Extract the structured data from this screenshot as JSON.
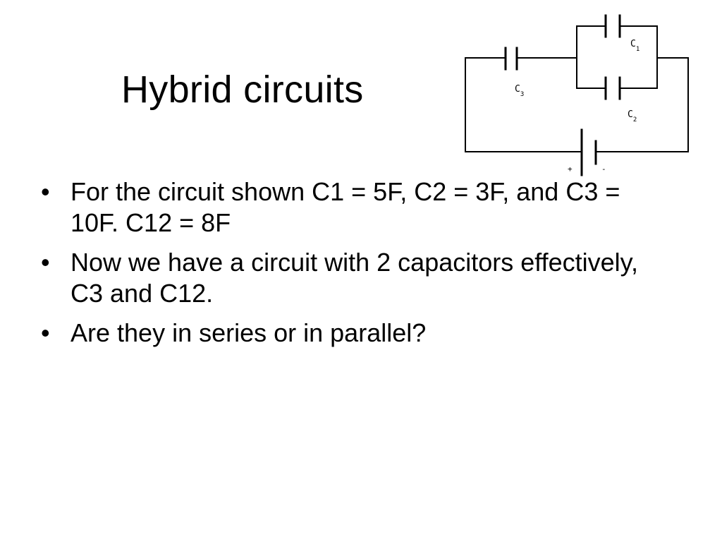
{
  "slide": {
    "title": "Hybrid circuits",
    "bullets": [
      "For the circuit shown C1 = 5F, C2 = 3F, and C3 = 10F. C12 = 8F",
      "Now we have a circuit with 2 capacitors effectively, C3 and C12.",
      "Are they in series or in parallel?"
    ],
    "bullet_symbol": "•"
  },
  "circuit": {
    "capacitors": [
      {
        "name": "C",
        "sub": "1"
      },
      {
        "name": "C",
        "sub": "2"
      },
      {
        "name": "C",
        "sub": "3"
      }
    ],
    "battery": {
      "plus": "+",
      "minus": "-"
    }
  }
}
